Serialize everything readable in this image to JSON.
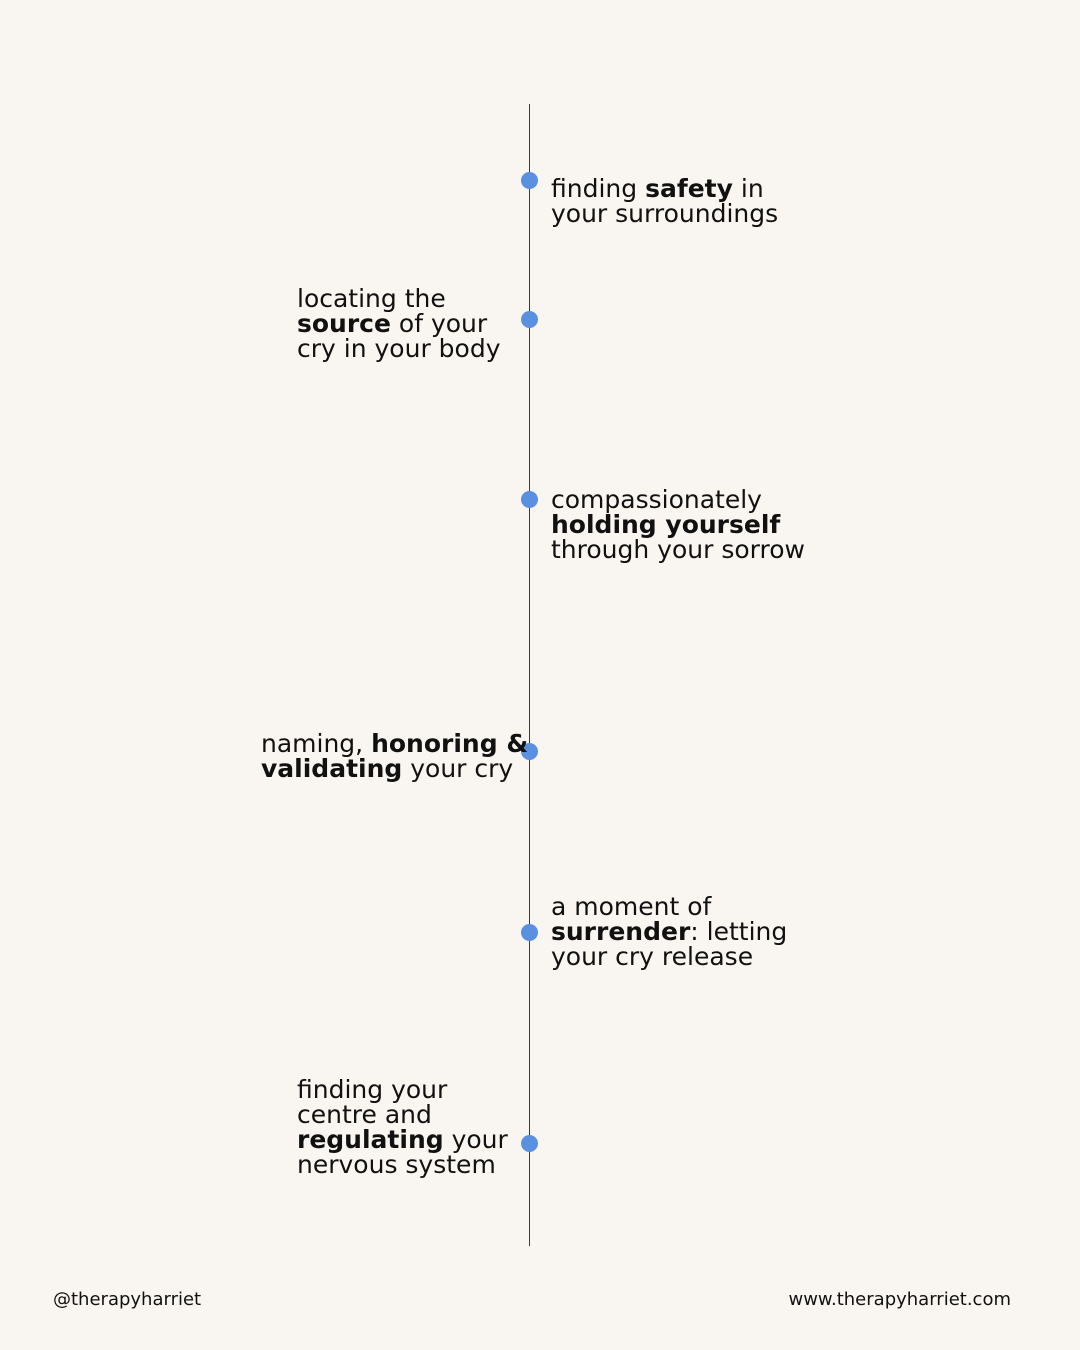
{
  "steps": [
    {
      "side": "right",
      "lines": [
        [
          {
            "text": "finding ",
            "bold": false
          },
          {
            "text": "safety",
            "bold": true
          },
          {
            "text": " in",
            "bold": false
          }
        ],
        [
          {
            "text": "your surroundings",
            "bold": false
          }
        ]
      ]
    },
    {
      "side": "left",
      "lines": [
        [
          {
            "text": "locating the",
            "bold": false
          }
        ],
        [
          {
            "text": "source",
            "bold": true
          },
          {
            "text": " of your",
            "bold": false
          }
        ],
        [
          {
            "text": "cry in your body",
            "bold": false
          }
        ]
      ]
    },
    {
      "side": "right",
      "lines": [
        [
          {
            "text": "compassionately",
            "bold": false
          }
        ],
        [
          {
            "text": "holding yourself",
            "bold": true
          }
        ],
        [
          {
            "text": "through your sorrow",
            "bold": false
          }
        ]
      ]
    },
    {
      "side": "left",
      "lines": [
        [
          {
            "text": "naming, ",
            "bold": false
          },
          {
            "text": "honoring &",
            "bold": true
          }
        ],
        [
          {
            "text": "validating",
            "bold": true
          },
          {
            "text": " your cry",
            "bold": false
          }
        ]
      ]
    },
    {
      "side": "right",
      "lines": [
        [
          {
            "text": "a moment of",
            "bold": false
          }
        ],
        [
          {
            "text": "surrender",
            "bold": true
          },
          {
            "text": ": letting",
            "bold": false
          }
        ],
        [
          {
            "text": "your cry release",
            "bold": false
          }
        ]
      ]
    },
    {
      "side": "left",
      "lines": [
        [
          {
            "text": "finding your",
            "bold": false
          }
        ],
        [
          {
            "text": "centre and",
            "bold": false
          }
        ],
        [
          {
            "text": "regulating",
            "bold": true
          },
          {
            "text": " your",
            "bold": false
          }
        ],
        [
          {
            "text": "nervous system",
            "bold": false
          }
        ]
      ]
    }
  ],
  "footer": {
    "handle": "@therapyharriet",
    "website": "www.therapyharriet.com"
  },
  "colors": {
    "background": "#f9f6f1",
    "dot": "#5b8fe0",
    "line": "#3a3a3a",
    "text": "#111111"
  }
}
